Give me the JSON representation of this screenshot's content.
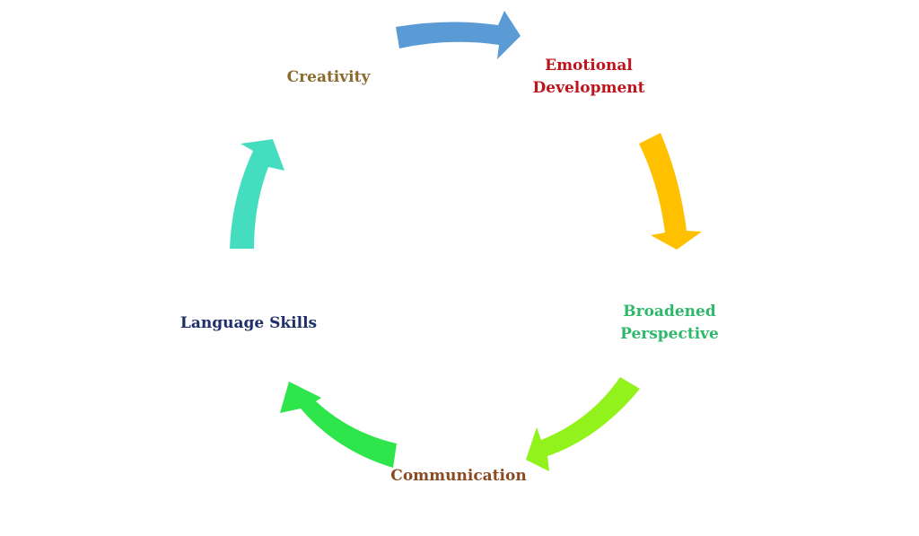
{
  "nodes": [
    {
      "id": "creativity",
      "lines": [
        "Creativity"
      ],
      "color": "#8B6A2E"
    },
    {
      "id": "emotional-development",
      "lines": [
        "Emotional",
        "Development"
      ],
      "color": "#C0141C"
    },
    {
      "id": "broadened-perspective",
      "lines": [
        "Broadened",
        "Perspective"
      ],
      "color": "#2DB86A"
    },
    {
      "id": "communication",
      "lines": [
        "Communication"
      ],
      "color": "#8A4A22"
    },
    {
      "id": "language-skills",
      "lines": [
        "Language Skills"
      ],
      "color": "#1F2F6B"
    }
  ],
  "arrows": [
    {
      "id": "creativity-to-emotional-development",
      "color": "#5B9BD5"
    },
    {
      "id": "emotional-development-to-broadened-perspective",
      "color": "#FFC000"
    },
    {
      "id": "broadened-perspective-to-communication",
      "color": "#92F21C"
    },
    {
      "id": "communication-to-language-skills",
      "color": "#2EE64C"
    },
    {
      "id": "language-skills-to-creativity",
      "color": "#45DDC0"
    }
  ]
}
